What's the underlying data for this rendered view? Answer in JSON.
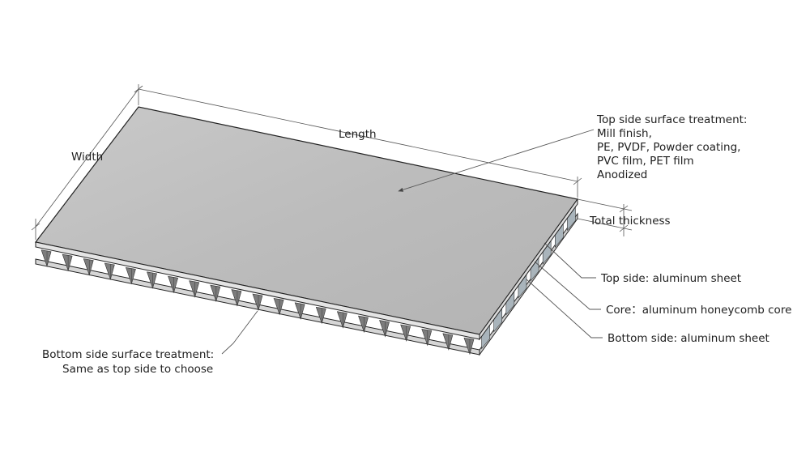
{
  "dimensions": {
    "length": "Length",
    "width": "Width",
    "total_thickness": "Total thickness"
  },
  "top_surface": {
    "line1": "Top side surface treatment:",
    "line2": "Mill finish,",
    "line3": "PE, PVDF, Powder coating,",
    "line4": "PVC film, PET film",
    "line5": "Anodized"
  },
  "layers": {
    "top": "Top side: aluminum sheet",
    "core": "Core：aluminum honeycomb core",
    "bottom": "Bottom side: aluminum sheet"
  },
  "bottom_surface": {
    "line1": "Bottom side surface treatment:",
    "line2": "Same as top side to choose"
  },
  "colors": {
    "panel_top": "#bdbdbd",
    "panel_edge": "#d8d8d8",
    "core_cell": "#a9b4bb",
    "outline": "#222222",
    "leader": "#555555"
  }
}
